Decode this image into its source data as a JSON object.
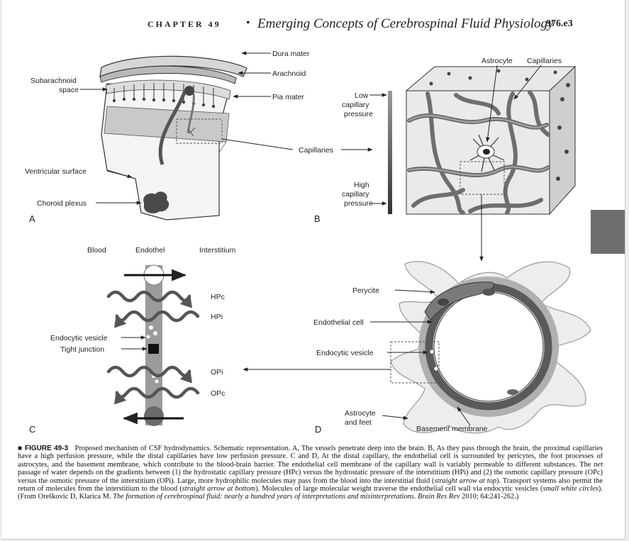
{
  "header": {
    "chapter": "CHAPTER 49",
    "separator": "•",
    "title": "Emerging Concepts of Cerebrospinal Fluid Physiology",
    "page_number": "976.e3"
  },
  "panel_a": {
    "letter": "A",
    "labels": {
      "dura_mater": "Dura mater",
      "arachnoid": "Arachnoid",
      "pia_mater": "Pia mater",
      "subarachnoid_1": "Subarachnoid",
      "subarachnoid_2": "space",
      "ventricular_surface": "Ventricular surface",
      "choroid_plexus": "Choroid plexus",
      "capillaries": "Capillaries"
    }
  },
  "panel_b": {
    "letter": "B",
    "labels": {
      "astrocyte": "Astrocyte",
      "capillaries": "Capillaries",
      "low_1": "Low",
      "low_2": "capillary",
      "low_3": "pressure",
      "high_1": "High",
      "high_2": "capillary",
      "high_3": "pressure"
    }
  },
  "panel_c": {
    "letter": "C",
    "columns": [
      "Blood",
      "Endothel",
      "Interstitium"
    ],
    "labels": {
      "hpc": "HPc",
      "hpi": "HPi",
      "endocytic_vesicle": "Endocytic vesicle",
      "tight_junction": "Tight junction",
      "opi": "OPi",
      "opc": "OPc"
    }
  },
  "panel_d": {
    "letter": "D",
    "labels": {
      "pericyte": "Perycite",
      "endothelial_cell": "Endothelial cell",
      "endocytic_vesicle": "Endocytic vesicle",
      "astrocyte_1": "Astrocyte",
      "astrocyte_2": "and feet",
      "basement_membrane": "Basement membrane"
    }
  },
  "caption": {
    "lead": "■ FIGURE 49-3",
    "text_1": "Proposed mechanism of CSF hydrodynamics. Schematic representation. A, The vessels penetrate deep into the brain. B, As they pass through the brain, the proximal capillaries have a high perfusion pressure, while the distal capillaries have low perfusion pressure. C and D, At the distal capillary, the endothelial cell is surrounded by pericytes, the foot processes of astrocytes, and the basement membrane, which contribute to the blood-brain barrier. The endothelial cell membrane of the capillary wall is variably permeable to different substances. The",
    "italic_net": "net",
    "text_2": "passage of water depends on the gradients between (1) the hydrostatic capillary pressure (HPc) versus the hydrostatic pressure of the interstitium (HPi) and (2) the osmotic capillary pressure (OPc) versus the osmotic pressure of the interstitium (OPi). Large, more hydrophilic molecules may pass from the blood into the interstitial fluid (",
    "italic_top": "straight arrow at top",
    "text_3": "). Transport systems also permit the return of molecules from the interstitium to the blood (",
    "italic_bottom": "straight arrow at bottom",
    "text_4": "). Molecules of large molecular weight traverse the endothelial cell wall via endocytic vesicles (",
    "italic_vesicles": "small white circles",
    "text_5": "). (From Oreškovic D, Klarica M.",
    "italic_source": "The formation of cerebrospinal fluid: nearly a hundred years of interpretations and misinterpretations. Brain Res Rev",
    "text_6": "2010; 64:241-262.)"
  }
}
